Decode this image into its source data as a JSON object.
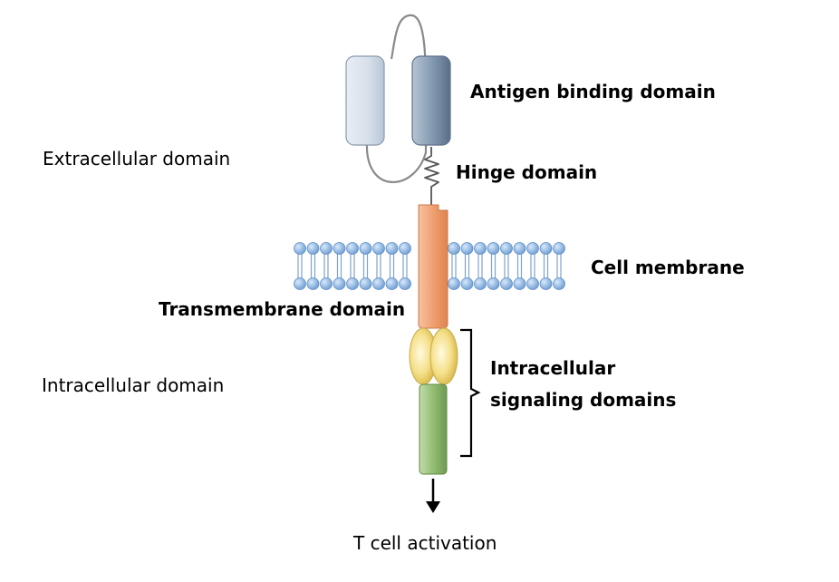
{
  "labels": {
    "antigen_binding": "Antigen binding domain",
    "hinge": "Hinge domain",
    "cell_membrane": "Cell membrane",
    "transmembrane": "Transmembrane domain",
    "intracellular_signaling": [
      "Intracellular",
      "signaling domains"
    ],
    "extracellular": "Extracellular domain",
    "intracellular": "Intracellular domain",
    "activation": "T cell activation"
  },
  "colors": {
    "antigen_light": "#d6dfea",
    "antigen_dark": "#7d93ab",
    "loop": "#8a8a8a",
    "hinge": "#555555",
    "lipid_head": "#8fb8e6",
    "lipid_tail": "#7fa3cc",
    "transmembrane": "#f0a071",
    "costim": "#f5e08a",
    "cd3z": "#93bd72",
    "arrow": "#000000"
  },
  "icons": {
    "arrow": "down-arrow-icon",
    "bracket": "right-bracket-icon"
  }
}
